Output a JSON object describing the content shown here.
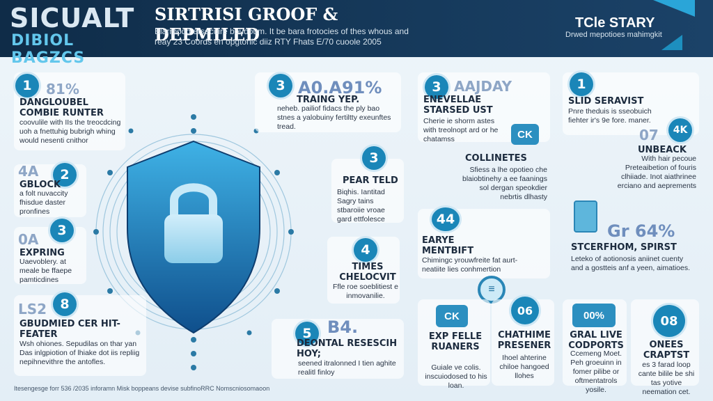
{
  "header": {
    "logo_line1": "SICUALT",
    "logo_line2": "DIBIOL BAGZCS",
    "title": "SIRTRISI GROOF & DEPMILED",
    "subtitle_line1": "Blarrpoqd ersecuire boudoum. It be bara frotocies of thes whous and",
    "subtitle_line2": "reay 23 Coords en opgtonic diiz RTY Fhats E/70 cuoole 2005",
    "right_title": "TCle STARY",
    "right_subtitle": "Drwed mepotioes mahimgkit"
  },
  "left_cards": [
    {
      "num": "1",
      "ghost": "81%",
      "title": "DANGLOUBEL COMBIE RUNTER",
      "text": "coovulile with IIs the treocdcing uoh a fnettuhig bubrigh whing would nesenti cnithor"
    },
    {
      "num": "2",
      "ghost": "4A",
      "title": "GBLOCK",
      "text": "a folt nuvaccity fhisdue daster pronfines"
    },
    {
      "num": "3",
      "ghost": "0A",
      "title": "EXPRING",
      "text": "Uaevoblery. at meale be ffaepe pamticdines"
    },
    {
      "num": "8",
      "ghost": "LS2",
      "title": "GBUDMIED CER HIT-FEATER",
      "text": "Wsh ohiones. Sepudilas on thar yan Das inlgpiotion of lhiake dot iis repliig nepihnevithre the antofles."
    }
  ],
  "mid_cards": [
    {
      "num": "3",
      "ghost": "A0.A91%",
      "title": "TRAING YEP.",
      "text": "neheb. pailiof fidacs the ply bao stnes a yalobuiny fertiltty exeunftes tread."
    },
    {
      "num": "3",
      "title": "PEAR TELD",
      "text": "Biqhis. Iantitad Sagry tains stbaroiie vroae gard ettfolesce"
    },
    {
      "num": "4",
      "title": "TIMES CHELOCVIT",
      "text": "Ffle roe soeblitiest e inmovanilie."
    },
    {
      "num": "5",
      "ghost": "B4.",
      "title": "DEONTAL RESESCIH HOY;",
      "text": "seened itralonned I tien aghite realitl finloy"
    }
  ],
  "right_col1": [
    {
      "num": "3",
      "ghost": "AAJDAY",
      "title": "ENEVELLAE STARSED UST",
      "text": "Cherie ie shorm astes with treolnopt ard or he chatamss"
    },
    {
      "badge": "CK",
      "title": "COLLINETES",
      "text": "Sfiess a lhe opotieo che blaiobtinehy a ee faanings sol dergan speokdier nebrtis dlhasty"
    },
    {
      "num": "44",
      "title": "EARYE MENTBIFT",
      "text": "Chimingc yrouwfreite fat aurt- neatiite lies conhmertion"
    },
    {
      "badge": "CK",
      "title": "EXP FELLE RUANERS",
      "text": "Guiale ve colis. inscuiodosed to his loan."
    }
  ],
  "right_col1b": [
    {
      "num": "06",
      "title": "CHATHIME PRESENER",
      "text": "Ihoel ahterine chiloe hangoed llohes"
    }
  ],
  "right_col2": [
    {
      "num": "1",
      "title": "SLID SERAVIST",
      "text": "Pnre theduis is sseobuich fiehter ir's 9e fore. maner."
    },
    {
      "num": "4K",
      "ghost": "07",
      "title": "UNBEACK",
      "text": "With hair pecoue Preteaibetion of fouris clhiiade. Inot aiathrinee erciano and aeprements"
    },
    {
      "ghost": "Gr 64%",
      "title": "STCERFHOM, SPIRST",
      "text": "Leteko of aotionosis aniinet cuenty and a gostteis anf a yeen, aimatioes."
    },
    {
      "badge": "00%",
      "title": "GRAL LIVE CODPORTS",
      "text": "Ccemeng Moet. Peh groeuinn in fomer pilibe or oftmentatrols yosile."
    },
    {
      "num": "08",
      "title": "ONEES CRAPTST",
      "text": "es 3 farad loop cante bilile be shi tas yotive neemation cet."
    }
  ],
  "footer": "Itesengesge forr 536 /2035 inforamn Misk boppeans devise subfinoRRC Nomscniosomaoon",
  "colors": {
    "header_bg": "#0f2c48",
    "accent": "#1a86b8",
    "shield_top": "#3fb2e6",
    "shield_bottom": "#0f4f8c"
  },
  "icons": [
    "shield-icon",
    "padlock-icon",
    "gear-icon",
    "circuit-ring"
  ]
}
